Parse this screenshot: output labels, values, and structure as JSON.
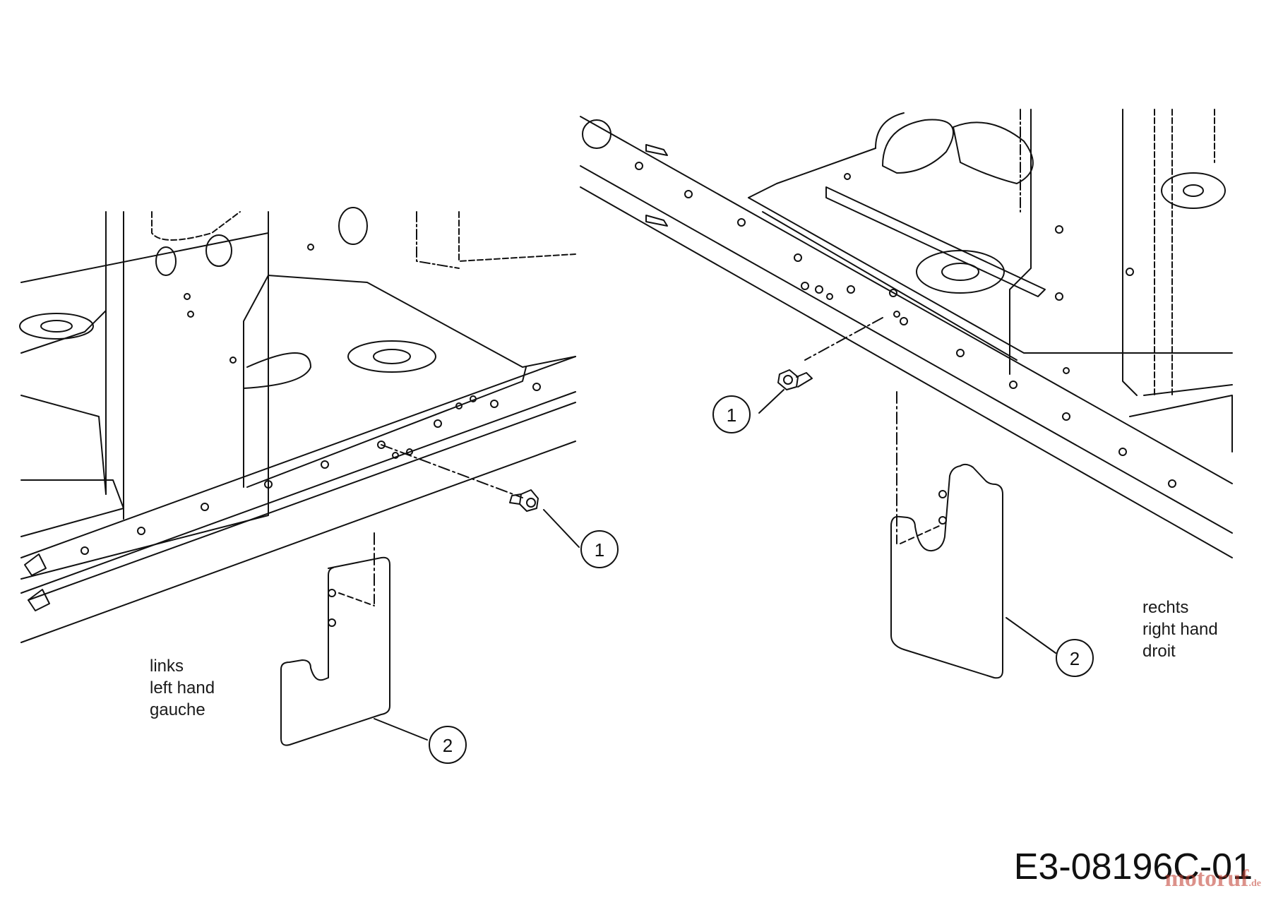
{
  "left_view": {
    "side_label": [
      "links",
      "left hand",
      "gauche"
    ],
    "callouts": [
      "1",
      "2"
    ]
  },
  "right_view": {
    "side_label": [
      "rechts",
      "right hand",
      "droit"
    ],
    "callouts": [
      "1",
      "2"
    ]
  },
  "drawing_number": "E3-08196C-01",
  "watermark": {
    "name": "motoruf",
    "suffix": ".de"
  },
  "colors": {
    "line": "#111111",
    "background": "#ffffff",
    "watermark": "#c0392b"
  }
}
